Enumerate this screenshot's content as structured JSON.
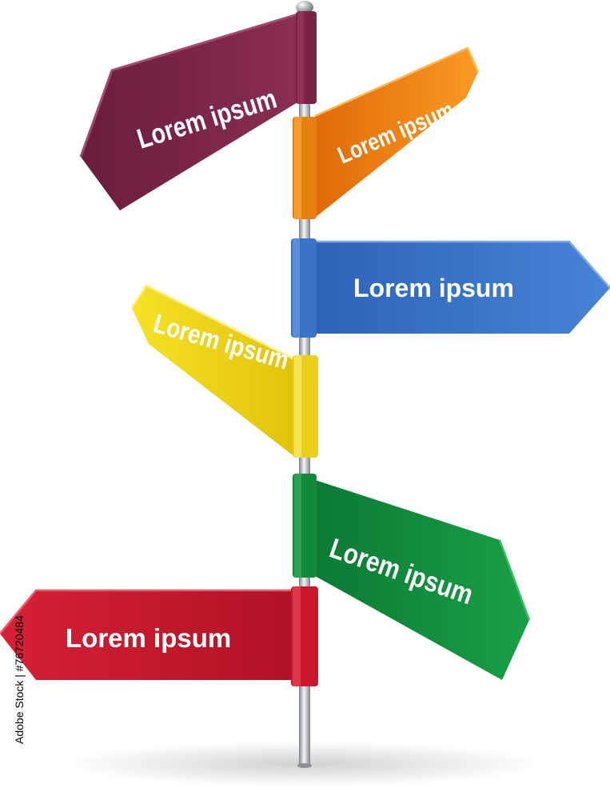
{
  "signs": [
    {
      "label": "Lorem ipsum",
      "color": "#7a2346",
      "direction": "left"
    },
    {
      "label": "Lorem ipsum",
      "color": "#f07d10",
      "direction": "right"
    },
    {
      "label": "Lorem ipsum",
      "color": "#3570c8",
      "direction": "right"
    },
    {
      "label": "Lorem ipsum",
      "color": "#f2d412",
      "direction": "left"
    },
    {
      "label": "Lorem ipsum",
      "color": "#0f8a3c",
      "direction": "right"
    },
    {
      "label": "Lorem ipsum",
      "color": "#c4172b",
      "direction": "left"
    }
  ],
  "stock_id": "Adobe Stock | #76720484"
}
